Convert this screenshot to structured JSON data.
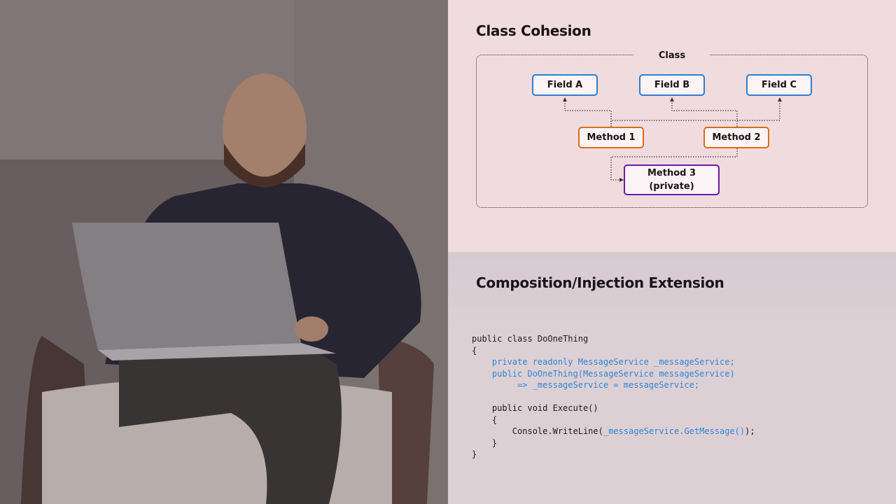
{
  "cohesion": {
    "title": "Class Cohesion",
    "frame_label": "Class",
    "fields": [
      "Field A",
      "Field B",
      "Field C"
    ],
    "methods": [
      "Method 1",
      "Method 2"
    ],
    "private_method": {
      "line1": "Method 3",
      "line2": "(private)"
    },
    "colors": {
      "field_border": "#2d7fd2",
      "method_border": "#dd6b19",
      "private_border": "#6a1ca6"
    }
  },
  "composition": {
    "title": "Composition/Injection Extension",
    "code": [
      {
        "indent": "",
        "segments": [
          {
            "text": "public class DoOneThing",
            "color": "dark"
          }
        ]
      },
      {
        "indent": "",
        "segments": [
          {
            "text": "{",
            "color": "dark"
          }
        ]
      },
      {
        "indent": "    ",
        "segments": [
          {
            "text": "private readonly MessageService _messageService;",
            "color": "blue"
          }
        ]
      },
      {
        "indent": "    ",
        "segments": [
          {
            "text": "public DoOneThing(MessageService messageService)",
            "color": "blue"
          }
        ]
      },
      {
        "indent": "         ",
        "segments": [
          {
            "text": "=> _messageService = messageService;",
            "color": "blue"
          }
        ]
      },
      {
        "indent": "",
        "segments": []
      },
      {
        "indent": "    ",
        "segments": [
          {
            "text": "public void Execute()",
            "color": "dark"
          }
        ]
      },
      {
        "indent": "    ",
        "segments": [
          {
            "text": "{",
            "color": "dark"
          }
        ]
      },
      {
        "indent": "        ",
        "segments": [
          {
            "text": "Console.WriteLine(",
            "color": "dark"
          },
          {
            "text": "_messageService.GetMessage()",
            "color": "blue"
          },
          {
            "text": ");",
            "color": "dark"
          }
        ]
      },
      {
        "indent": "    ",
        "segments": [
          {
            "text": "}",
            "color": "dark"
          }
        ]
      },
      {
        "indent": "",
        "segments": [
          {
            "text": "}",
            "color": "dark"
          }
        ]
      }
    ],
    "colors": {
      "dark": "#1e1a1e",
      "blue": "#2f85d4"
    }
  }
}
